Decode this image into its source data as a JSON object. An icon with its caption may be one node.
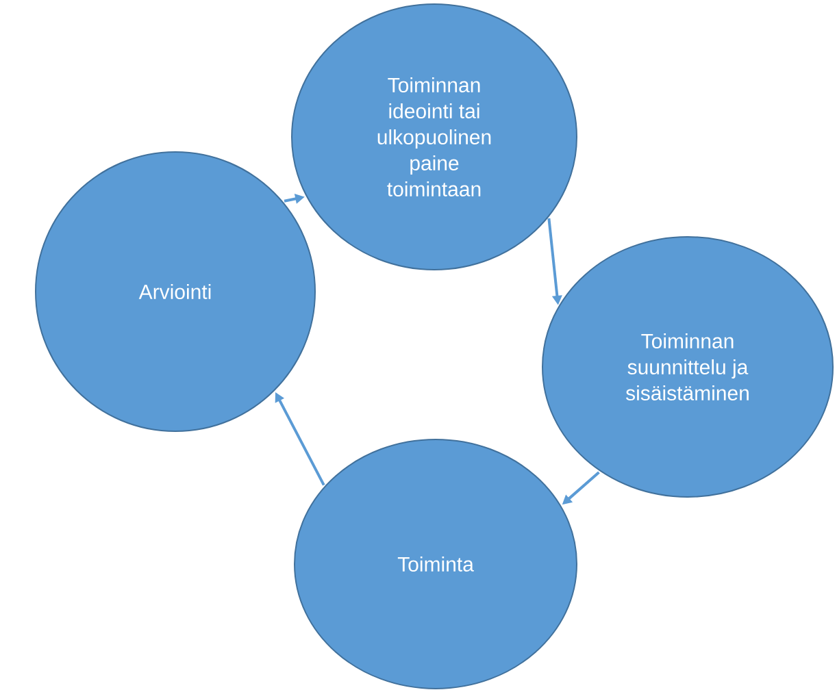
{
  "diagram": {
    "nodes": [
      {
        "text": [
          "Toiminnan ideointi tai ulkopuolinen paine toimintaan"
        ]
      },
      {
        "text": [
          "Toiminnan suunnittelu ja sisäistäminen"
        ]
      },
      {
        "text": [
          "Toiminta"
        ]
      },
      {
        "text": [
          "Arviointi"
        ]
      }
    ],
    "edges": [
      {
        "from": 0,
        "to": 1,
        "arrow": "to"
      },
      {
        "from": 1,
        "to": 2,
        "arrow": "to"
      },
      {
        "from": 2,
        "to": 3,
        "arrow": "to"
      },
      {
        "from": 3,
        "to": 0,
        "arrow": "to"
      }
    ]
  }
}
